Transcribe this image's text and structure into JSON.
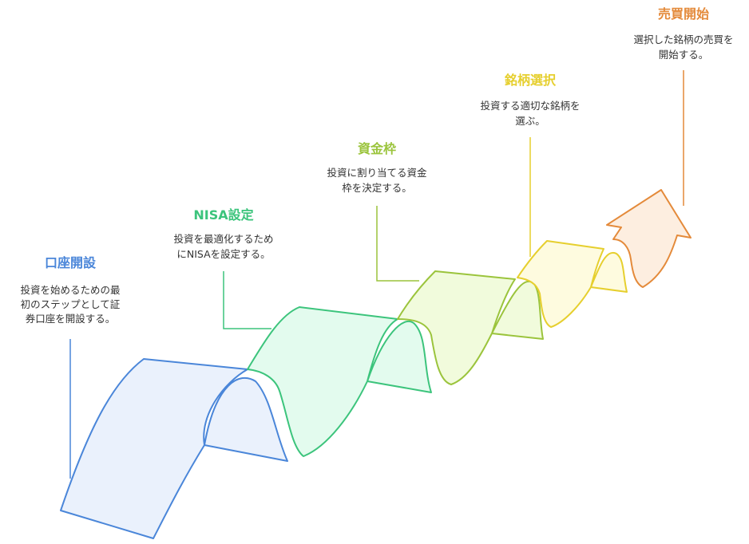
{
  "steps": [
    {
      "title": "口座開設",
      "desc": [
        "投資を始めるための最",
        "初のステップとして証",
        "券口座を開設する。"
      ],
      "color": "#4a86d9",
      "fill": "#eaf1fc"
    },
    {
      "title": "NISA設定",
      "desc": [
        "投資を最適化するため",
        "にNISAを設定する。"
      ],
      "color": "#3cc47c",
      "fill": "#e3fbee"
    },
    {
      "title": "資金枠",
      "desc": [
        "投資に割り当てる資金",
        "枠を決定する。"
      ],
      "color": "#9bc43c",
      "fill": "#f1fbdc"
    },
    {
      "title": "銘柄選択",
      "desc": [
        "投資する適切な銘柄を",
        "選ぶ。"
      ],
      "color": "#e6cf2e",
      "fill": "#fefbdf"
    },
    {
      "title": "売買開始",
      "desc": [
        "選択した銘柄の売買を",
        "開始する。"
      ],
      "color": "#e48a3a",
      "fill": "#fdeee0"
    }
  ]
}
